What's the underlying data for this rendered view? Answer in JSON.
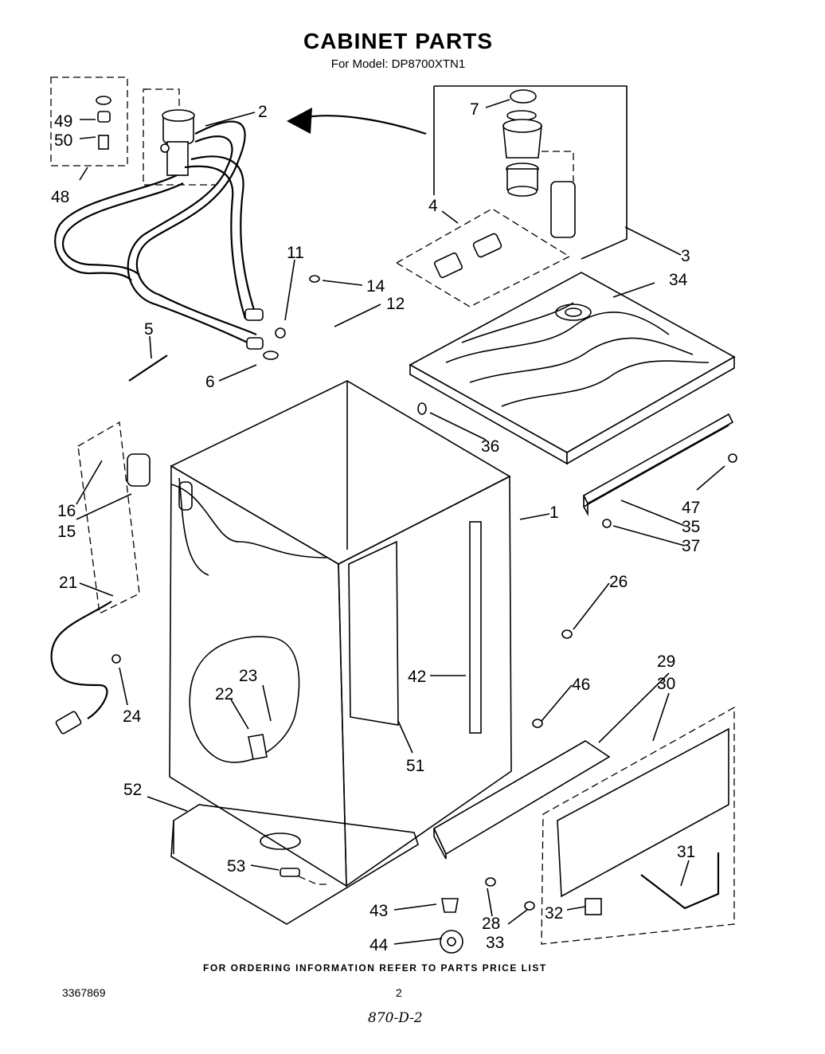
{
  "title": "CABINET PARTS",
  "subtitle": "For Model: DP8700XTN1",
  "footer_note": "FOR ORDERING INFORMATION REFER TO PARTS PRICE LIST",
  "document_number": "3367869",
  "page_number": "2",
  "handwritten_note": "870-D-2",
  "callouts": [
    "1",
    "2",
    "3",
    "4",
    "5",
    "6",
    "7",
    "11",
    "12",
    "14",
    "15",
    "16",
    "21",
    "22",
    "23",
    "24",
    "26",
    "28",
    "29",
    "30",
    "31",
    "32",
    "33",
    "34",
    "35",
    "36",
    "37",
    "42",
    "43",
    "44",
    "46",
    "47",
    "48",
    "49",
    "50",
    "51",
    "52",
    "53"
  ]
}
